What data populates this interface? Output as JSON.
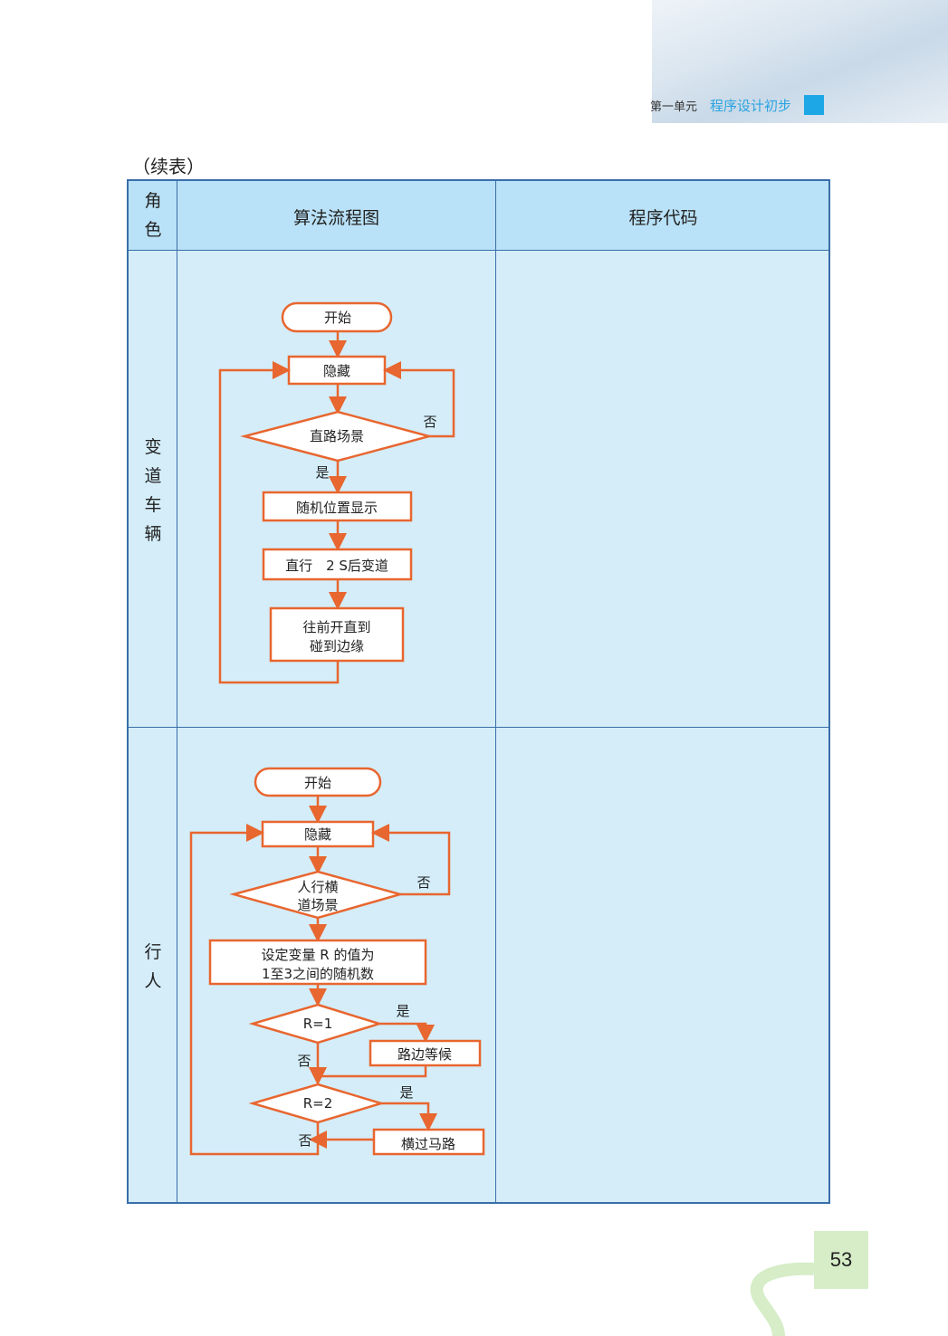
{
  "header": {
    "unit_label": "第一单元",
    "unit_title": "程序设计初步",
    "accent_color": "#1ea7e6"
  },
  "continued_label": "（续表）",
  "table": {
    "columns": [
      "角色",
      "算法流程图",
      "程序代码"
    ],
    "rows": [
      {
        "role": "变道车辆",
        "flowchart": {
          "start": "开始",
          "hide": "隐藏",
          "decision": "直路场景",
          "no": "否",
          "yes": "是",
          "step1": "随机位置显示",
          "step2": "直行　2 S后变道",
          "step3_line1": "往前开直到",
          "step3_line2": "碰到边缘"
        },
        "code": ""
      },
      {
        "role": "行人",
        "flowchart": {
          "start": "开始",
          "hide": "隐藏",
          "decision_line1": "人行横",
          "decision_line2": "道场景",
          "no": "否",
          "set_line1": "设定变量 R 的值为",
          "set_line2": "1至3之间的随机数",
          "cond1": "R=1",
          "yes1": "是",
          "action1": "路边等候",
          "no1": "否",
          "cond2": "R=2",
          "yes2": "是",
          "action2": "横过马路",
          "no2": "否"
        },
        "code": ""
      }
    ]
  },
  "page_number": "53",
  "colors": {
    "flow_stroke": "#e8662f",
    "table_border": "#3a6ea8",
    "table_bg": "#d4edf9",
    "header_bg": "#b9e1f7"
  }
}
